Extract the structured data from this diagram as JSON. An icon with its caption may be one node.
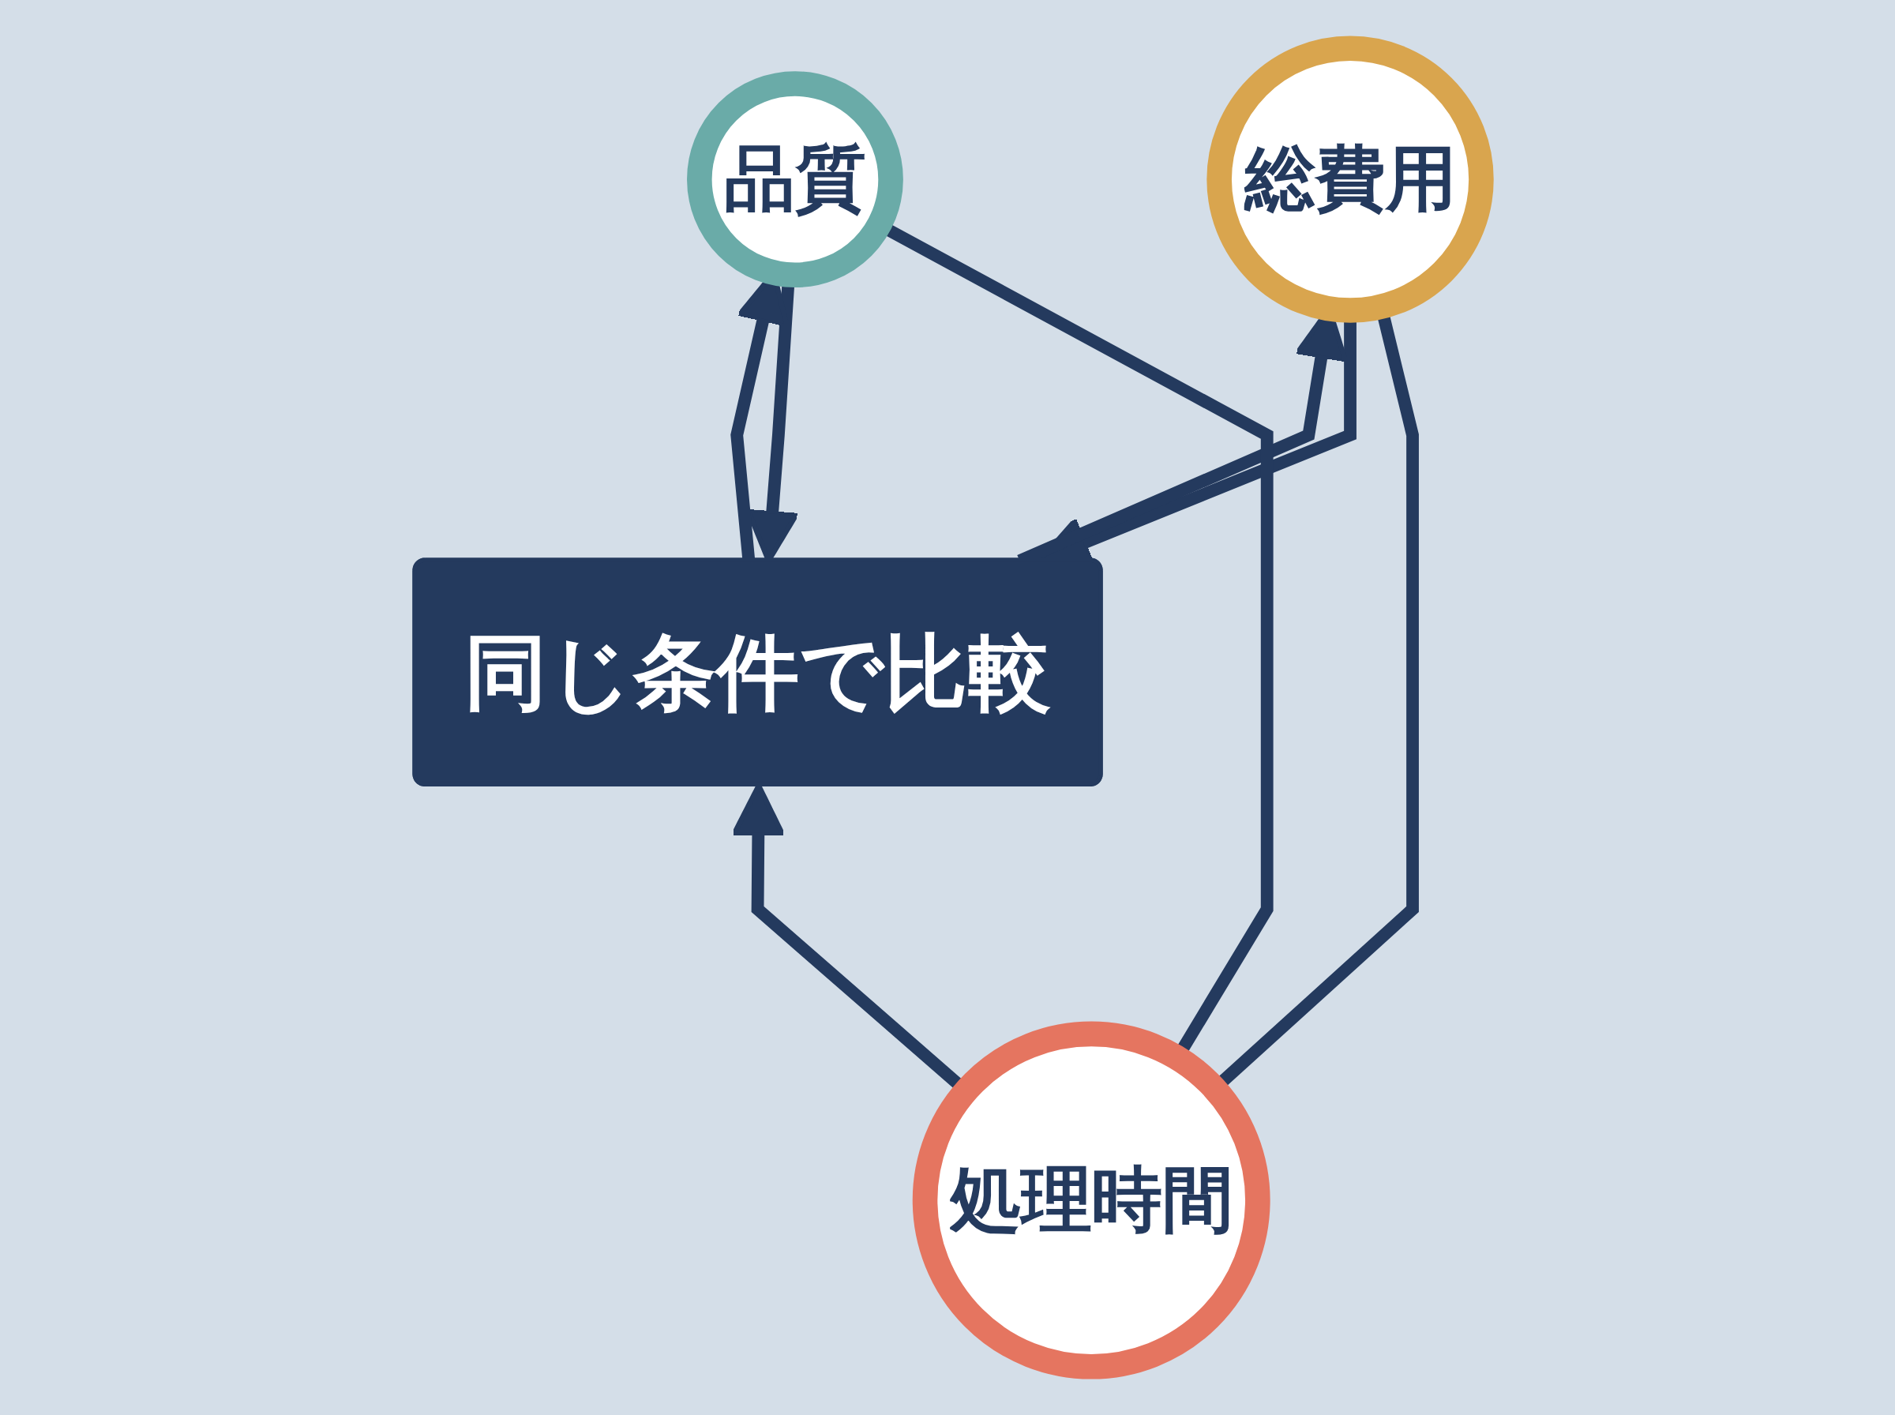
{
  "diagram": {
    "nodes": [
      {
        "text": [
          "品質"
        ]
      },
      {
        "text": [
          "総費用"
        ]
      },
      {
        "text": [
          "同じ条件で比較"
        ]
      },
      {
        "text": [
          "処理時間"
        ]
      }
    ],
    "edges": [
      {
        "from": 0,
        "to": 2,
        "arrow": "to"
      },
      {
        "from": 1,
        "to": 2,
        "arrow": "to"
      },
      {
        "from": 2,
        "to": 0,
        "arrow": "to"
      },
      {
        "from": 2,
        "to": 1,
        "arrow": "to"
      },
      {
        "from": 3,
        "to": 2,
        "arrow": "to"
      },
      {
        "from": 0,
        "to": 3,
        "arrow": "none"
      },
      {
        "from": 1,
        "to": 3,
        "arrow": "none"
      }
    ]
  }
}
